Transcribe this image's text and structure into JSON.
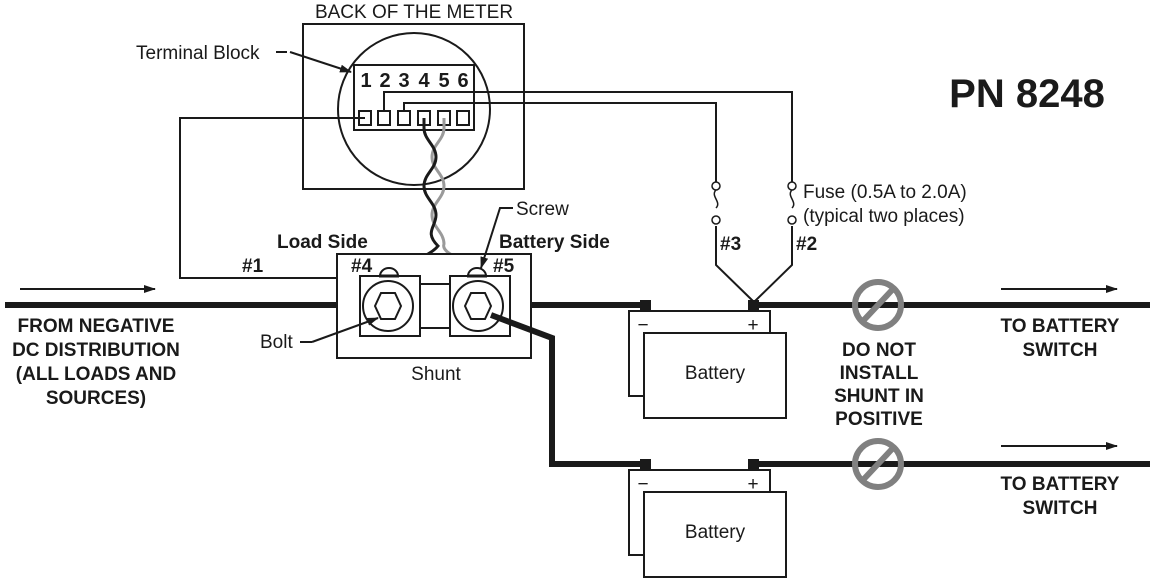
{
  "title": "PN 8248",
  "meter": {
    "label": "BACK OF THE METER",
    "terminal_block_label": "Terminal Block",
    "terminal_numbers": [
      "1",
      "2",
      "3",
      "4",
      "5",
      "6"
    ]
  },
  "shunt": {
    "label": "Shunt",
    "load_side_label": "Load Side",
    "battery_side_label": "Battery Side",
    "screw_label": "Screw",
    "bolt_label": "Bolt",
    "terminal_4_label": "#4",
    "terminal_5_label": "#5"
  },
  "wires": {
    "wire_1_label": "#1",
    "wire_2_label": "#2",
    "wire_3_label": "#3"
  },
  "fuse": {
    "line1": "Fuse (0.5A to 2.0A)",
    "line2": "(typical two places)"
  },
  "source": {
    "lines": [
      "FROM  NEGATIVE",
      "DC DISTRIBUTION",
      "(ALL LOADS AND",
      "SOURCES)"
    ]
  },
  "batteries": [
    {
      "label": "Battery",
      "negative": "−",
      "positive": "+"
    },
    {
      "label": "Battery",
      "negative": "−",
      "positive": "+"
    }
  ],
  "warning": {
    "icon": "prohibited-icon",
    "lines": [
      "DO NOT",
      "INSTALL",
      "SHUNT IN",
      "POSITIVE"
    ],
    "color": "#808080"
  },
  "destinations": [
    {
      "lines": [
        "TO BATTERY",
        "SWITCH"
      ]
    },
    {
      "lines": [
        "TO BATTERY",
        "SWITCH"
      ]
    }
  ]
}
